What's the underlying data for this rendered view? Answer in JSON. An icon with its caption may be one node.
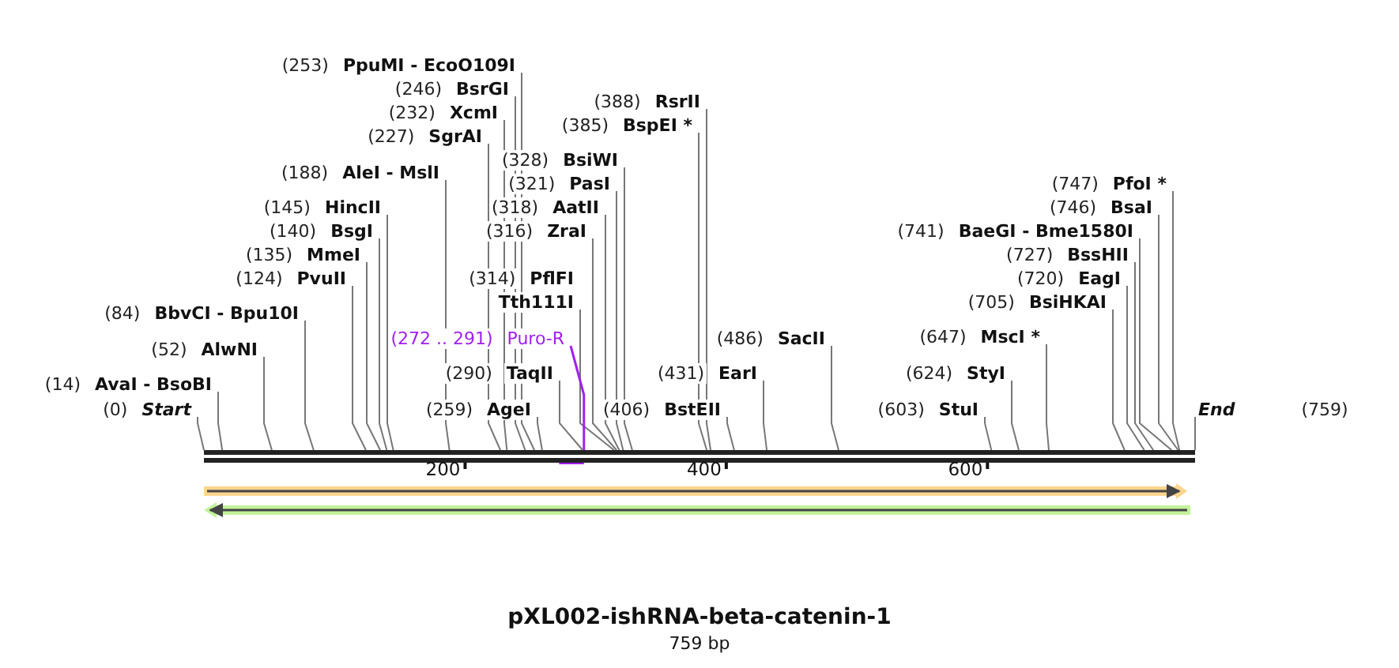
{
  "diagram": {
    "title": "pXL002-ishRNA-beta-catenin-1",
    "caption": "759 bp",
    "nodes": [
      {
        "text": [
          "(253)",
          "PpuMI - EcoO109I"
        ]
      },
      {
        "text": [
          "(246)",
          "BsrGI"
        ]
      },
      {
        "text": [
          "(388)",
          "RsrII"
        ]
      },
      {
        "text": [
          "(232)",
          "XcmI"
        ]
      },
      {
        "text": [
          "(385)",
          "BspEI *"
        ]
      },
      {
        "text": [
          "(227)",
          "SgrAI"
        ]
      },
      {
        "text": [
          "(328)",
          "BsiWI"
        ]
      },
      {
        "text": [
          "(188)",
          "AleI - MslI"
        ]
      },
      {
        "text": [
          "(321)",
          "PasI"
        ]
      },
      {
        "text": [
          "(747)",
          "PfoI *"
        ]
      },
      {
        "text": [
          "(145)",
          "HincII"
        ]
      },
      {
        "text": [
          "(318)",
          "AatII"
        ]
      },
      {
        "text": [
          "(746)",
          "BsaI"
        ]
      },
      {
        "text": [
          "(140)",
          "BsgI"
        ]
      },
      {
        "text": [
          "(316)",
          "ZraI"
        ]
      },
      {
        "text": [
          "(741)",
          "BaeGI - Bme1580I"
        ]
      },
      {
        "text": [
          "(135)",
          "MmeI"
        ]
      },
      {
        "text": [
          "(727)",
          "BssHII"
        ]
      },
      {
        "text": [
          "(124)",
          "PvuII"
        ]
      },
      {
        "text": [
          "(314)",
          "PflFI",
          "Tth111I"
        ]
      },
      {
        "text": [
          "(720)",
          "EagI"
        ]
      },
      {
        "text": [
          "(705)",
          "BsiHKAI"
        ]
      },
      {
        "text": [
          "(84)",
          "BbvCI - Bpu10I"
        ]
      },
      {
        "text": [
          "(272 .. 291)",
          "Puro-R"
        ]
      },
      {
        "text": [
          "(486)",
          "SacII"
        ]
      },
      {
        "text": [
          "(647)",
          "MscI *"
        ]
      },
      {
        "text": [
          "(52)",
          "AlwNI"
        ]
      },
      {
        "text": [
          "(290)",
          "TaqII"
        ]
      },
      {
        "text": [
          "(431)",
          "EarI"
        ]
      },
      {
        "text": [
          "(624)",
          "StyI"
        ]
      },
      {
        "text": [
          "(14)",
          "AvaI - BsoBI"
        ]
      },
      {
        "text": [
          "(0)",
          "Start"
        ]
      },
      {
        "text": [
          "(259)",
          "AgeI"
        ]
      },
      {
        "text": [
          "(406)",
          "BstEII"
        ]
      },
      {
        "text": [
          "(603)",
          "StuI"
        ]
      },
      {
        "text": [
          "End",
          "(759)"
        ]
      },
      {
        "text": [],
        "shape": "bar"
      }
    ],
    "edges": [
      {
        "from": 0,
        "to": 36,
        "arrow": "none"
      },
      {
        "from": 1,
        "to": 36,
        "arrow": "none"
      },
      {
        "from": 2,
        "to": 36,
        "arrow": "none"
      },
      {
        "from": 3,
        "to": 36,
        "arrow": "none"
      },
      {
        "from": 4,
        "to": 36,
        "arrow": "none"
      },
      {
        "from": 5,
        "to": 36,
        "arrow": "none"
      },
      {
        "from": 6,
        "to": 36,
        "arrow": "none"
      },
      {
        "from": 7,
        "to": 36,
        "arrow": "none"
      },
      {
        "from": 8,
        "to": 36,
        "arrow": "none"
      },
      {
        "from": 9,
        "to": 36,
        "arrow": "none"
      },
      {
        "from": 10,
        "to": 36,
        "arrow": "none"
      },
      {
        "from": 11,
        "to": 36,
        "arrow": "none"
      },
      {
        "from": 12,
        "to": 36,
        "arrow": "none"
      },
      {
        "from": 13,
        "to": 36,
        "arrow": "none"
      },
      {
        "from": 14,
        "to": 36,
        "arrow": "none"
      },
      {
        "from": 15,
        "to": 36,
        "arrow": "none"
      },
      {
        "from": 16,
        "to": 36,
        "arrow": "none"
      },
      {
        "from": 17,
        "to": 36,
        "arrow": "none"
      },
      {
        "from": 18,
        "to": 36,
        "arrow": "none"
      },
      {
        "from": 19,
        "to": 36,
        "arrow": "none"
      },
      {
        "from": 20,
        "to": 36,
        "arrow": "none"
      },
      {
        "from": 21,
        "to": 36,
        "arrow": "none"
      },
      {
        "from": 22,
        "to": 36,
        "arrow": "none"
      },
      {
        "from": 23,
        "to": 36,
        "arrow": "none",
        "color": "#a020f0"
      },
      {
        "from": 24,
        "to": 36,
        "arrow": "none"
      },
      {
        "from": 25,
        "to": 36,
        "arrow": "none"
      },
      {
        "from": 26,
        "to": 36,
        "arrow": "none"
      },
      {
        "from": 27,
        "to": 36,
        "arrow": "none"
      },
      {
        "from": 28,
        "to": 36,
        "arrow": "none"
      },
      {
        "from": 29,
        "to": 36,
        "arrow": "none"
      },
      {
        "from": 30,
        "to": 36,
        "arrow": "none"
      },
      {
        "from": 31,
        "to": 36,
        "arrow": "none"
      },
      {
        "from": 32,
        "to": 36,
        "arrow": "none"
      },
      {
        "from": 33,
        "to": 36,
        "arrow": "none"
      },
      {
        "from": 34,
        "to": 36,
        "arrow": "none"
      },
      {
        "from": 35,
        "to": 36,
        "arrow": "none"
      }
    ],
    "labels": [
      "200",
      "400",
      "600"
    ]
  }
}
